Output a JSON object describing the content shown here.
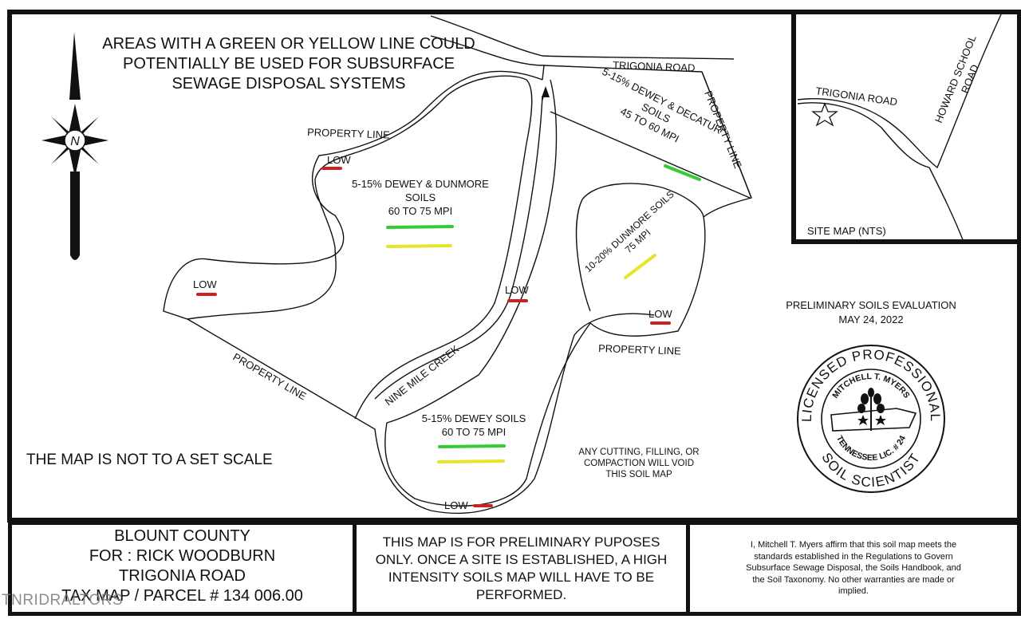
{
  "header_note": [
    "AREAS WITH A GREEN OR YELLOW LINE COULD",
    "POTENTIALLY BE USED FOR SUBSURFACE",
    "SEWAGE DISPOSAL SYSTEMS"
  ],
  "roads": {
    "main": "TRIGONIA ROAD",
    "site_map_road": "TRIGONIA ROAD",
    "howard_line1": "HOWARD SCHOOL",
    "howard_line2": "ROAD"
  },
  "site_map_label": "SITE MAP (NTS)",
  "property_line": "PROPERTY LINE",
  "creek": "NINE MILE CREEK",
  "low_label": "LOW",
  "soil_areas": {
    "dewey_dunmore": [
      "5-15% DEWEY & DUNMORE",
      "SOILS",
      "60 TO 75 MPI"
    ],
    "dewey_decatur": [
      "5-15% DEWEY & DECATUR",
      "SOILS",
      "45 TO 60 MPI"
    ],
    "dunmore": [
      "10-20% DUNMORE SOILS",
      "75 MPI"
    ],
    "dewey": [
      "5-15% DEWEY SOILS",
      "60 TO 75 MPI"
    ]
  },
  "scale_note": "THE MAP IS NOT TO A SET SCALE",
  "cutting_note": [
    "ANY CUTTING, FILLING, OR",
    "COMPACTION WILL VOID",
    "THIS SOIL MAP"
  ],
  "evaluation": {
    "title": "PRELIMINARY SOILS EVALUATION",
    "date": "MAY 24, 2022"
  },
  "seal": {
    "outer_top": "LICENSED PROFESSIONAL",
    "outer_bottom": "SOIL SCIENTIST",
    "inner_top": "MITCHELL T. MYERS",
    "inner_bottom": "TENNESSEE LIC. # 24"
  },
  "compass_letter": "N",
  "footer": {
    "county": "BLOUNT COUNTY",
    "for": "FOR :  RICK WOODBURN",
    "road": "TRIGONIA ROAD",
    "parcel": "TAX MAP / PARCEL # 134 006.00",
    "preliminary": "THIS MAP IS FOR PRELIMINARY PUPOSES ONLY.  ONCE A SITE IS ESTABLISHED, A HIGH INTENSITY SOILS MAP WILL HAVE TO BE PERFORMED.",
    "affirmation": "I, Mitchell T. Myers affirm that this soil map meets the standards established in the Regulations to Govern Subsurface Sewage Disposal, the Soils Handbook, and the Soil Taxonomy.  No other warranties are made or implied."
  },
  "watermark": "TNRIDRALTORS",
  "colors": {
    "green": "#33cc33",
    "yellow": "#e5e52a",
    "red": "#cc2222",
    "line": "#111111"
  }
}
